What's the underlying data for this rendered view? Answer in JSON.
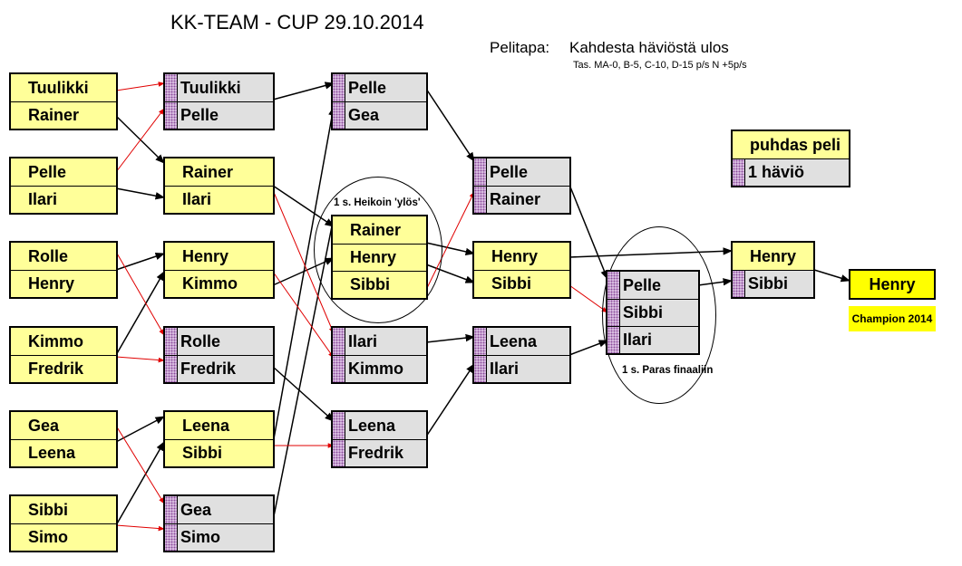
{
  "title": "KK-TEAM - CUP 29.10.2014",
  "pelitapa": {
    "label": "Pelitapa:",
    "value": "Kahdesta häviöstä ulos",
    "note": "Tas. MA-0, B-5, C-10, D-15 p/s    N +5p/s"
  },
  "legend": {
    "clean": "puhdas peli",
    "one_loss": "1 häviö"
  },
  "annotations": {
    "weakest_up": "1 s. Heikoin 'ylös'",
    "best_final": "1 s. Paras finaaliin",
    "champion": "Champion 2014"
  },
  "colors": {
    "undefeated": "#ffff99",
    "one_loss": "#e0e0e0",
    "champion": "#ffff00",
    "winner_line": "#000000",
    "loser_line": "#e00000"
  },
  "round1": [
    [
      "Tuulikki",
      "Rainer"
    ],
    [
      "Pelle",
      "Ilari"
    ],
    [
      "Rolle",
      "Henry"
    ],
    [
      "Kimmo",
      "Fredrik"
    ],
    [
      "Gea",
      "Leena"
    ],
    [
      "Sibbi",
      "Simo"
    ]
  ],
  "round2_winners": [
    [
      "Rainer",
      "Ilari"
    ],
    [
      "Henry",
      "Kimmo"
    ],
    [
      "Leena",
      "Sibbi"
    ]
  ],
  "round2_losers": [
    [
      "Tuulikki",
      "Pelle"
    ],
    [
      "Rolle",
      "Fredrik"
    ],
    [
      "Gea",
      "Simo"
    ]
  ],
  "round3": {
    "pelle_gea": [
      "Pelle",
      "Gea"
    ],
    "triple": [
      "Rainer",
      "Henry",
      "Sibbi"
    ],
    "ilari_kimmo": [
      "Ilari",
      "Kimmo"
    ],
    "leena_fredrik": [
      "Leena",
      "Fredrik"
    ]
  },
  "round4": {
    "pelle_rainer": [
      "Pelle",
      "Rainer"
    ],
    "henry_sibbi": [
      "Henry",
      "Sibbi"
    ],
    "leena_ilari": [
      "Leena",
      "Ilari"
    ]
  },
  "semi": [
    "Pelle",
    "Sibbi",
    "Ilari"
  ],
  "final": [
    "Henry",
    "Sibbi"
  ],
  "winner": "Henry"
}
